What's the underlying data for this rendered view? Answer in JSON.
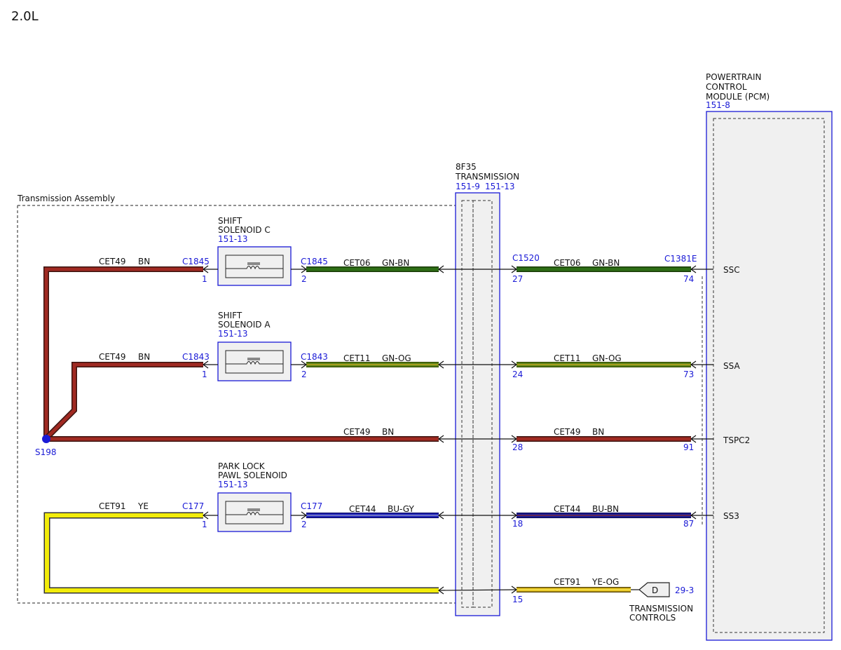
{
  "engine_label": "2.0L",
  "colors": {
    "brown": "#a02a22",
    "green": "#2e6e16",
    "green_orange": "#5f8a1a",
    "yellow": "#f2ec0a",
    "blue_gray": "#2227c8",
    "blue_brown": "#1f1f9e",
    "yellow_orange": "#e8c21a",
    "reference_blue": "#1a1ad6",
    "box_fill": "#f0f0f0"
  },
  "transmission_assembly": {
    "label": "Transmission Assembly"
  },
  "pcm": {
    "name_lines": [
      "POWERTRAIN",
      "CONTROL",
      "MODULE (PCM)"
    ],
    "ref": "151-8",
    "connector": "C1381E",
    "pins": [
      "SSC",
      "SSA",
      "TSPC2",
      "SS3"
    ]
  },
  "transmission": {
    "name_lines": [
      "8F35",
      "TRANSMISSION"
    ],
    "refs": [
      "151-9",
      "151-13"
    ],
    "connector": "C1520"
  },
  "solenoids": [
    {
      "name_lines": [
        "SHIFT",
        "SOLENOID C"
      ],
      "ref": "151-13",
      "connector": "C1845",
      "pin_in": "1",
      "pin_out": "2",
      "wire_in": {
        "circuit": "CET49",
        "color": "BN"
      },
      "wire_out": {
        "circuit": "CET06",
        "color": "GN-BN"
      }
    },
    {
      "name_lines": [
        "SHIFT",
        "SOLENOID A"
      ],
      "ref": "151-13",
      "connector": "C1843",
      "pin_in": "1",
      "pin_out": "2",
      "wire_in": {
        "circuit": "CET49",
        "color": "BN"
      },
      "wire_out": {
        "circuit": "CET11",
        "color": "GN-OG"
      }
    },
    {
      "name_lines": [
        "PARK LOCK",
        "PAWL SOLENOID"
      ],
      "ref": "151-13",
      "connector": "C177",
      "pin_in": "1",
      "pin_out": "2",
      "wire_in": {
        "circuit": "CET91",
        "color": "YE"
      },
      "wire_out": {
        "circuit": "CET44",
        "color": "BU-GY"
      }
    }
  ],
  "splice": {
    "label": "S198"
  },
  "splice_wire": {
    "circuit": "CET49",
    "color": "BN"
  },
  "harness": [
    {
      "circuit": "CET06",
      "color": "GN-BN",
      "trans_pin": "27",
      "pcm_pin": "74",
      "pcm_signal": "SSC"
    },
    {
      "circuit": "CET11",
      "color": "GN-OG",
      "trans_pin": "24",
      "pcm_pin": "73",
      "pcm_signal": "SSA"
    },
    {
      "circuit": "CET49",
      "color": "BN",
      "trans_pin": "28",
      "pcm_pin": "91",
      "pcm_signal": "TSPC2"
    },
    {
      "circuit": "CET44",
      "color": "BU-BN",
      "trans_pin": "18",
      "pcm_pin": "87",
      "pcm_signal": "SS3"
    },
    {
      "circuit": "CET91",
      "color": "YE-OG",
      "trans_pin": "15"
    }
  ],
  "offpage": {
    "letter": "D",
    "ref": "29-3",
    "name_lines": [
      "TRANSMISSION",
      "CONTROLS"
    ]
  }
}
